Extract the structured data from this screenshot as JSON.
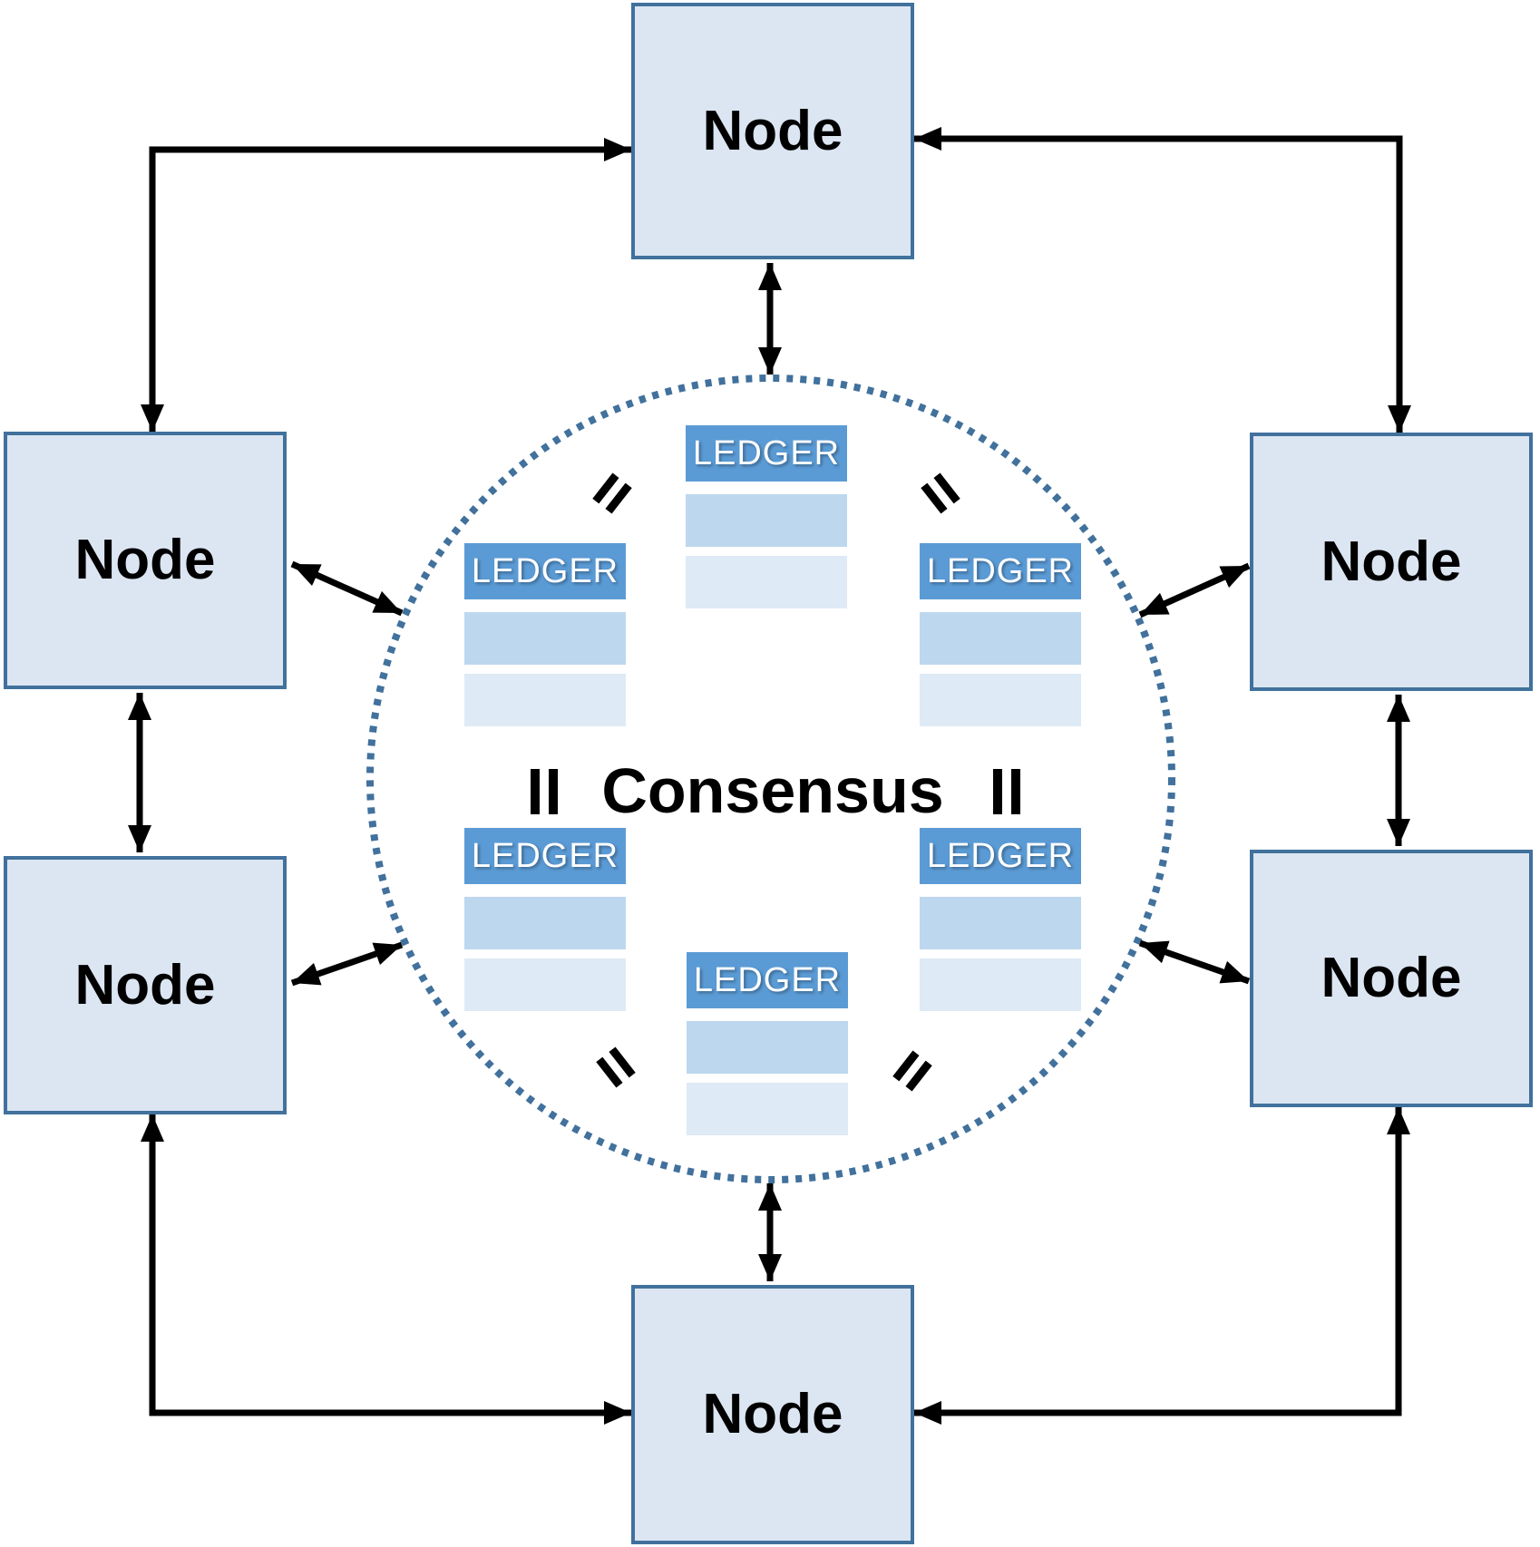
{
  "diagram": {
    "consensus": {
      "label": "Consensus"
    },
    "nodes": [
      {
        "id": "top",
        "label": "Node"
      },
      {
        "id": "upper-left",
        "label": "Node"
      },
      {
        "id": "upper-right",
        "label": "Node"
      },
      {
        "id": "lower-left",
        "label": "Node"
      },
      {
        "id": "lower-right",
        "label": "Node"
      },
      {
        "id": "bottom",
        "label": "Node"
      }
    ],
    "ledgers": [
      {
        "id": "top-center",
        "label": "LEDGER"
      },
      {
        "id": "upper-left",
        "label": "LEDGER"
      },
      {
        "id": "upper-right",
        "label": "LEDGER"
      },
      {
        "id": "lower-left",
        "label": "LEDGER"
      },
      {
        "id": "lower-right",
        "label": "LEDGER"
      },
      {
        "id": "bottom-center",
        "label": "LEDGER"
      }
    ],
    "icons": {
      "equals": "="
    },
    "colors": {
      "node-fill": "#dce6f2",
      "node-border": "#41719c",
      "ledger-header": "#5b9bd5",
      "ledger-row-1": "#bdd7ee",
      "ledger-row-2": "#deeaf6",
      "circle-dot": "#41719c",
      "arrow": "#000000",
      "text": "#000000",
      "ledger-text": "#ffffff",
      "background": "#ffffff"
    }
  }
}
